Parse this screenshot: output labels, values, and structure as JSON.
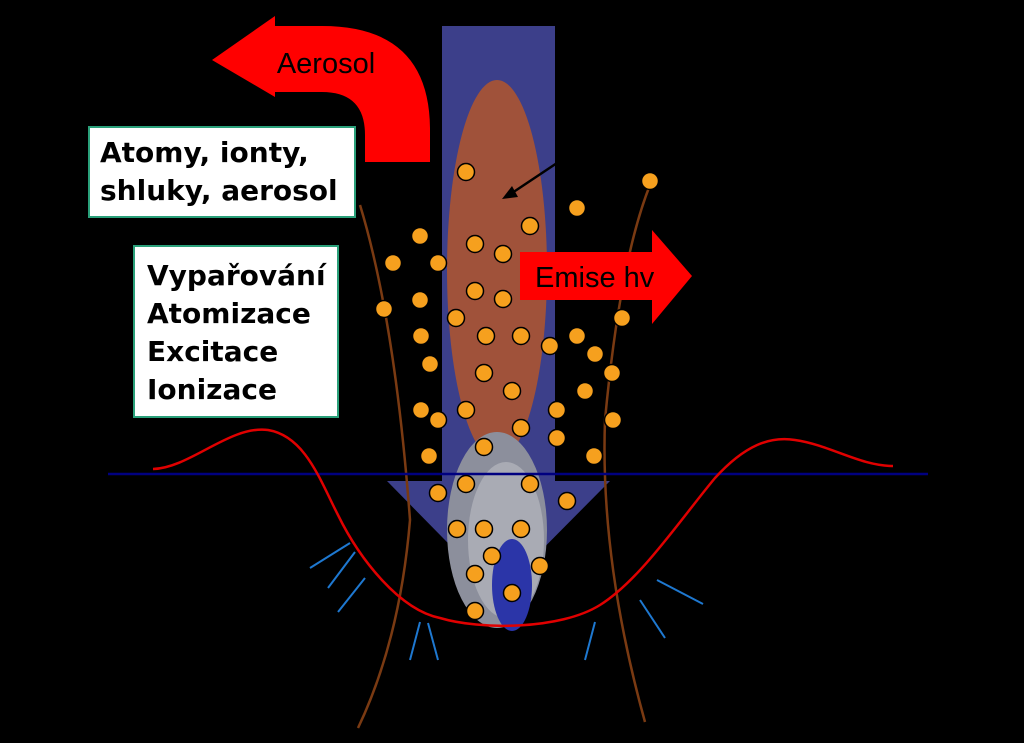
{
  "labels": {
    "aerosol_arrow": "Aerosol",
    "emission_arrow": "Emise hv"
  },
  "products_box": {
    "lines": [
      "Atomy, ionty,",
      "shluky, aerosol"
    ]
  },
  "processes_box": {
    "lines": [
      "Vypařování",
      "Atomizace",
      "Excitace",
      "Ionizace"
    ]
  },
  "colors": {
    "background": "#000000",
    "beam": "#3c3f8a",
    "plume": "#a0523a",
    "particle": "#f6a01e",
    "arrow": "#ff0000",
    "surface_line": "#000080",
    "crater_profile": "#e00000",
    "shockwave": "#7a3a12",
    "crack_lines": "#1e78d0",
    "box_border": "#2aa07a"
  }
}
